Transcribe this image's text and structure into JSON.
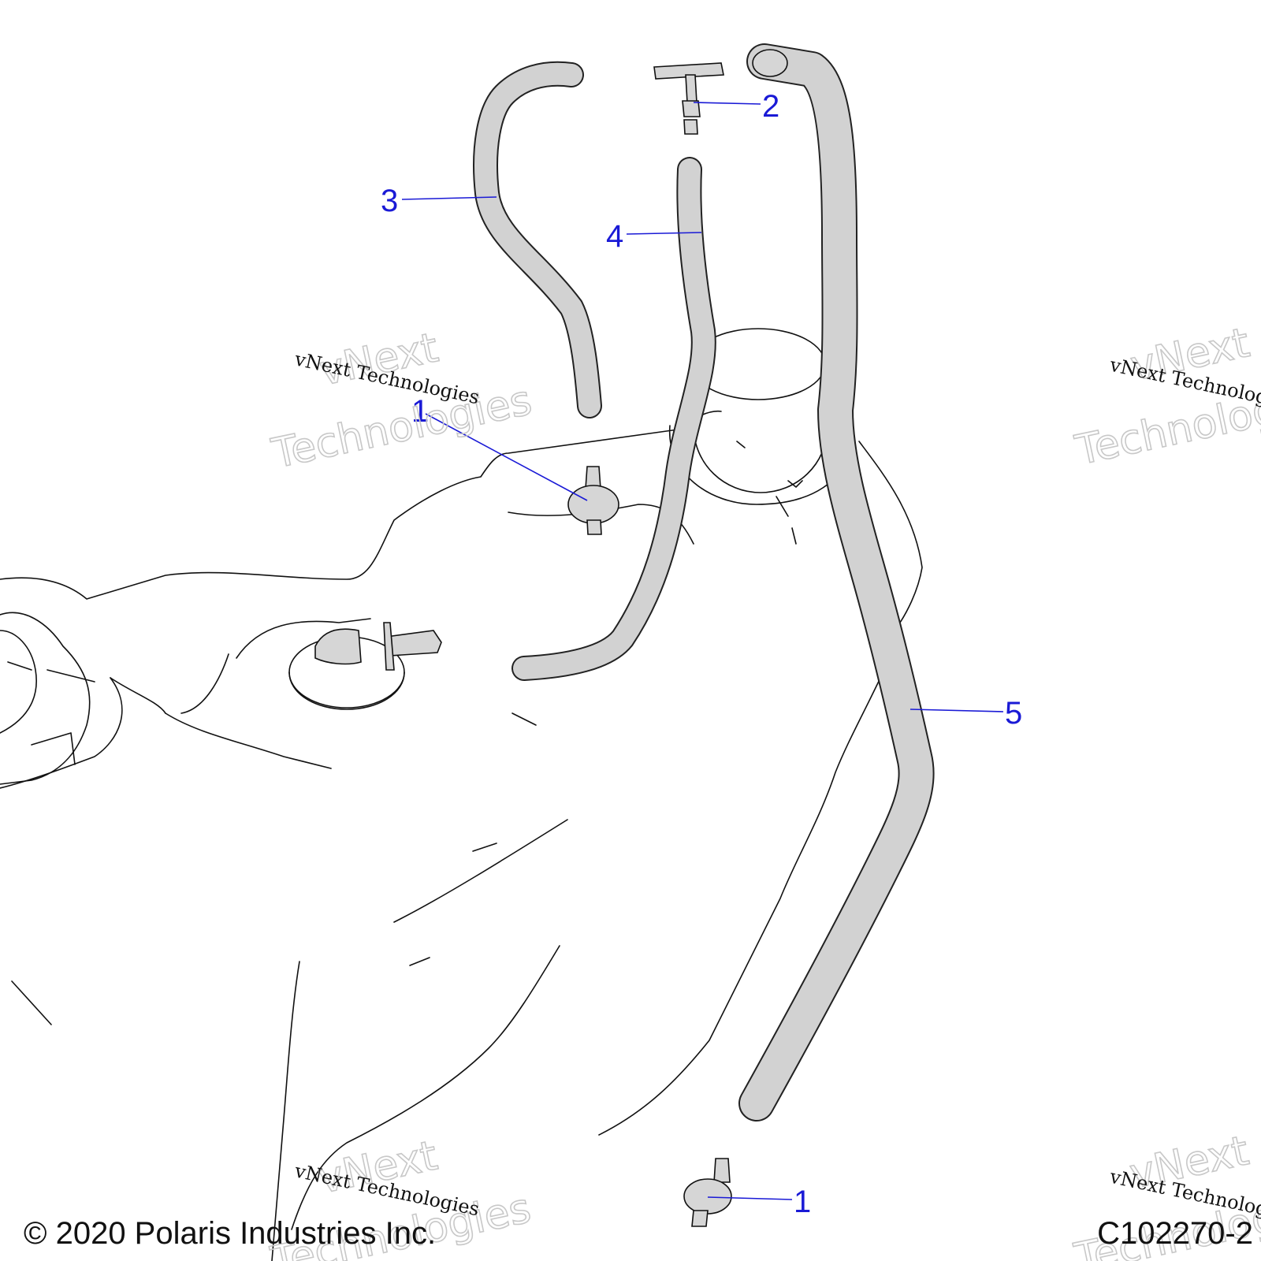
{
  "callouts": [
    {
      "id": "c1a",
      "label": "1"
    },
    {
      "id": "c2",
      "label": "2"
    },
    {
      "id": "c3",
      "label": "3"
    },
    {
      "id": "c4",
      "label": "4"
    },
    {
      "id": "c5",
      "label": "5"
    },
    {
      "id": "c1b",
      "label": "1"
    }
  ],
  "watermark": {
    "small": "vNext Technologies",
    "big_line1": "vNext",
    "big_line2": "Technologies"
  },
  "footer": {
    "copyright": "© 2020 Polaris Industries Inc.",
    "drawing_id": "C102270-2"
  },
  "colors": {
    "callout": "#1a1ad6",
    "hose": "#d2d2d2",
    "line": "#111111"
  }
}
